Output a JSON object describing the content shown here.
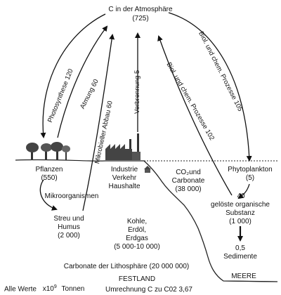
{
  "atmosphere": {
    "title": "C in der Atmosphäre",
    "value": "(725)"
  },
  "flows": {
    "photosynthese": "Photosynthese 120",
    "atmung": "Atmung 60",
    "abbau": "Mikrobieller Abbau 60",
    "verbrennung": "Verbrennung 5",
    "bio_up": "Biol. und chem. Prozesse 105",
    "bio_down": "Biol. und chem. Prozesse 102"
  },
  "pools": {
    "pflanzen": "Pflanzen",
    "pflanzen_value": "(550)",
    "mikroorganismen": "Mikroorganismen",
    "streu": "Streu und",
    "humus": "Humus",
    "streu_value": "(2 000)",
    "industrie1": "Industrie",
    "industrie2": "Verkehr",
    "industrie3": "Haushalte",
    "co2_1": "CO₂und",
    "co2_2": "Carbonate",
    "co2_value": "(38 000)",
    "phyto": "Phytoplankton",
    "phyto_value": "(5)",
    "geloest_value_top": "40",
    "geloest1": "gelöste organische",
    "geloest2": "Substanz",
    "geloest_value": "(1 000)",
    "kohle1": "Kohle,",
    "kohle2": "Erdöl,",
    "kohle3": "Erdgas",
    "kohle_value": "(5 000-10 000)",
    "sed_value": "0,5",
    "sedimente": "Sedimente",
    "carbonate": "Carbonate der Lithosphäre (20 000 000)",
    "festland": "FESTLAND",
    "meere": "MEERE"
  },
  "footer": {
    "alle_werte": "Alle Werte",
    "x10": "x10",
    "exp": "9",
    "tonnen": "Tonnen",
    "umrechnung": "Umrechnung C zu C02 3,67"
  }
}
